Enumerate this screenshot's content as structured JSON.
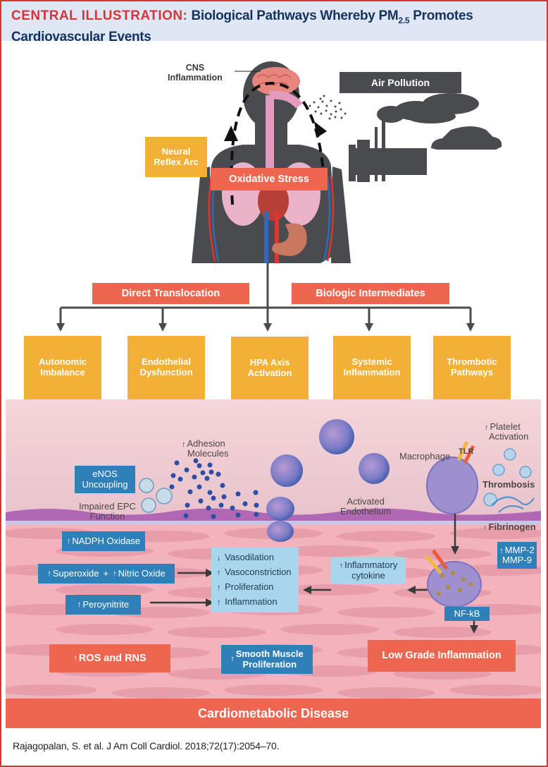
{
  "title": {
    "prefix": "CENTRAL ILLUSTRATION:",
    "main": "Biological Pathways Whereby PM",
    "subscript": "2.5",
    "suffix": "Promotes Cardiovascular Events"
  },
  "colors": {
    "frame_red": "#d7343a",
    "title_navy": "#15325e",
    "orange": "#f3b037",
    "coral": "#ef6650",
    "blue": "#2f80b8",
    "light_blue": "#a9d6ec",
    "dark_gray": "#4a4b4f",
    "vessel_pink": "#f1c9cf"
  },
  "top": {
    "cns_label": "CNS Inflammation",
    "air_pollution": "Air Pollution",
    "neural_reflex_arc": "Neural Reflex Arc",
    "oxidative_stress": "Oxidative Stress",
    "icons": [
      "human-body-icon",
      "brain-icon",
      "factory-icon",
      "car-icon",
      "cloud-icon",
      "particles-icon"
    ]
  },
  "routes": {
    "direct_translocation": "Direct Translocation",
    "biologic_intermediates": "Biologic Intermediates"
  },
  "pathways": [
    {
      "label_1": "Autonomic",
      "label_2": "Imbalance"
    },
    {
      "label_1": "Endothelial",
      "label_2": "Dysfunction"
    },
    {
      "label_1": "HPA Axis",
      "label_2": "Activation"
    },
    {
      "label_1": "Systemic",
      "label_2": "Inflammation"
    },
    {
      "label_1": "Thrombotic",
      "label_2": "Pathways"
    }
  ],
  "vessel": {
    "adhesion_molecules_1": "Adhesion",
    "adhesion_molecules_2": "Molecules",
    "enos_1": "eNOS",
    "enos_2": "Uncoupling",
    "epc_1": "Impaired EPC",
    "epc_2": "Function",
    "activated_endothelium_1": "Activated",
    "activated_endothelium_2": "Endothelium",
    "macrophage": "Macrophage",
    "tlr": "TLR",
    "platelet_activation_1": "Platelet",
    "platelet_activation_2": "Activation",
    "thrombosis": "Thrombosis",
    "fibrinogen": "Fibrinogen",
    "nadph_oxidase": "NADPH Oxidase",
    "superoxide": "Superoxide",
    "plus": "+",
    "nitric_oxide": "Nitric Oxide",
    "peroynitrite": "Peroynitrite",
    "effects": [
      {
        "arrow": "↓",
        "label": "Vasodilation"
      },
      {
        "arrow": "↑",
        "label": "Vasoconstriction"
      },
      {
        "arrow": "↑",
        "label": "Proliferation"
      },
      {
        "arrow": "↑",
        "label": "Inflammation"
      }
    ],
    "inflammatory_cytokine_1": "Inflammatory",
    "inflammatory_cytokine_2": "cytokine",
    "mmp_2": "MMP-2",
    "mmp_9": "MMP-9",
    "nfkb": "NF-kB",
    "ros_rns": "ROS and RNS",
    "smooth_muscle_1": "Smooth Muscle",
    "smooth_muscle_2": "Proliferation",
    "low_grade_inflammation": "Low Grade Inflammation",
    "up_arrow": "↑"
  },
  "outcome": "Cardiometabolic Disease",
  "citation": "Rajagopalan, S. et al. J Am Coll Cardiol. 2018;72(17):2054–70."
}
